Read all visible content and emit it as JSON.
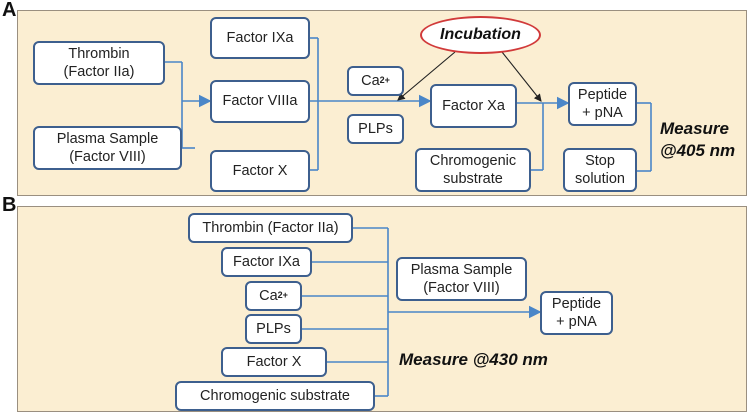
{
  "panel_a": {
    "label": "A",
    "boxes": {
      "thrombin": "Thrombin\n(Factor IIa)",
      "plasma": "Plasma Sample\n(Factor VIII)",
      "factor_ixa": "Factor IXa",
      "factor_viiia": "Factor VIIIa",
      "factor_x": "Factor X",
      "ca": "Ca",
      "ca_charge": "2+",
      "plps": "PLPs",
      "factor_xa": "Factor Xa",
      "chromogenic": "Chromogenic\nsubstrate",
      "peptide": "Peptide\n+ pNA",
      "stop": "Stop\nsolution"
    },
    "incubation": "Incubation",
    "measure_line1": "Measure",
    "measure_line2": "@405 nm"
  },
  "panel_b": {
    "label": "B",
    "boxes": {
      "thrombin": "Thrombin (Factor IIa)",
      "factor_ixa": "Factor IXa",
      "ca": "Ca",
      "ca_charge": "2+",
      "plps": "PLPs",
      "factor_x": "Factor X",
      "chromogenic": "Chromogenic substrate",
      "plasma": "Plasma Sample\n(Factor VIII)",
      "peptide": "Peptide\n+ pNA"
    },
    "measure": "Measure @430 nm"
  },
  "colors": {
    "panel_bg": "#fbeed2",
    "box_border": "#3d5f8e",
    "line": "#4a86c8",
    "oval_border": "#d13a3a"
  }
}
